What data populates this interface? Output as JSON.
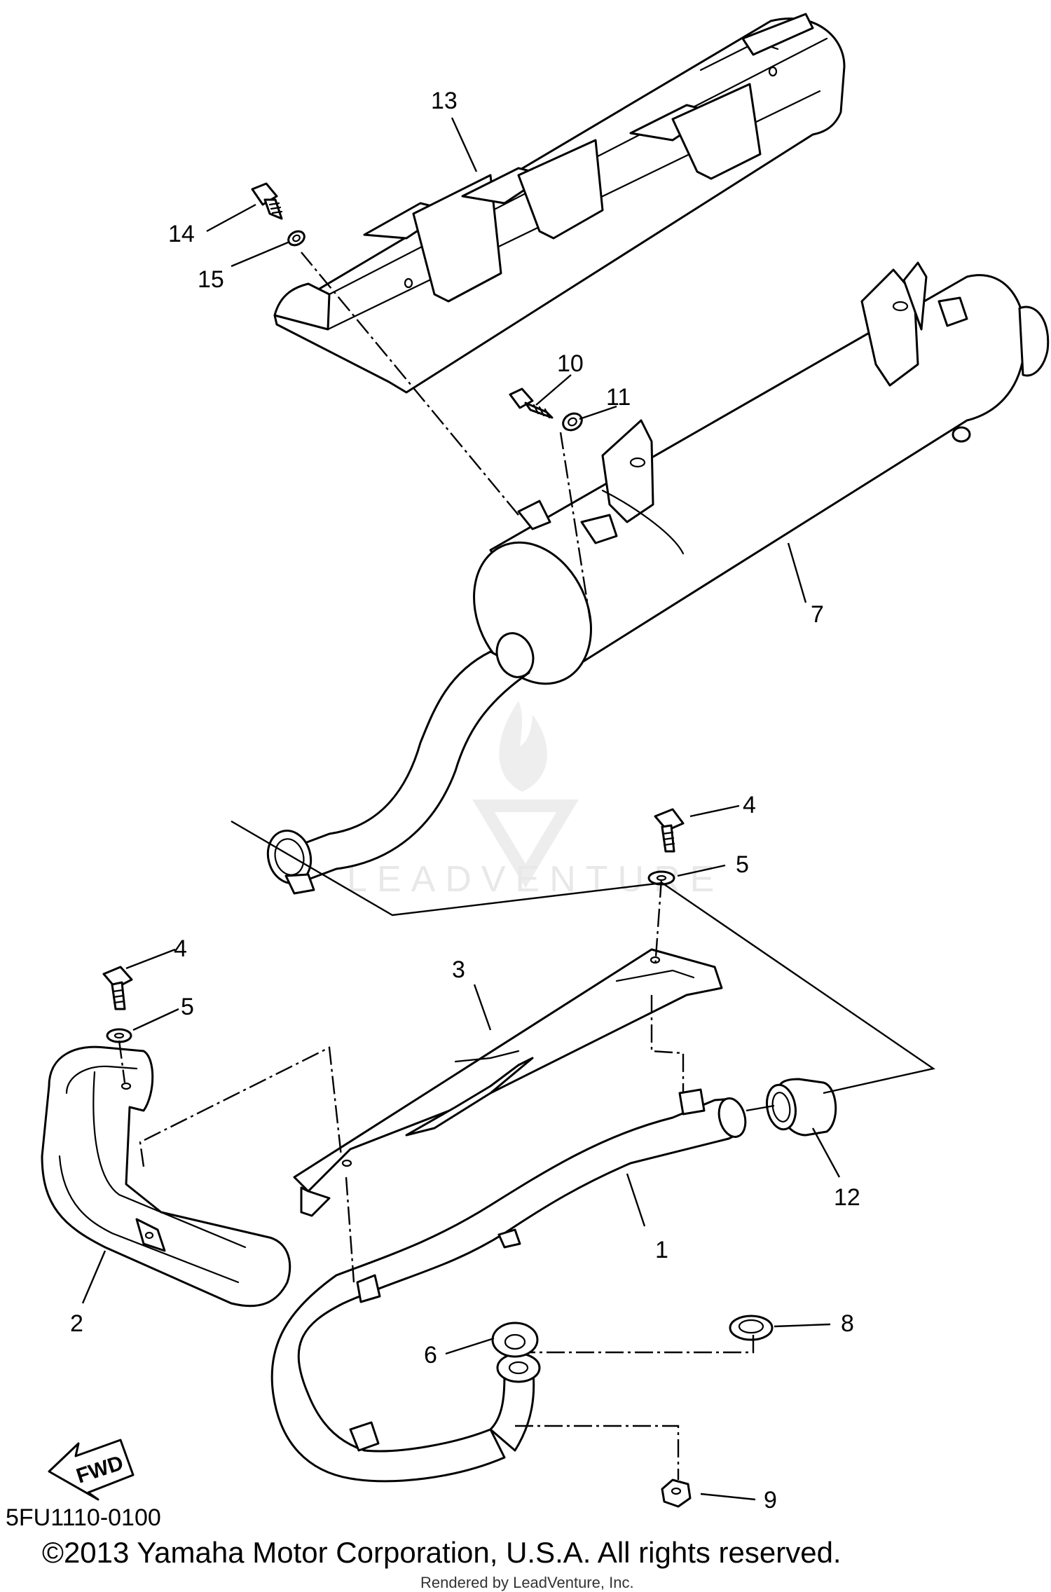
{
  "callouts": [
    {
      "id": "13",
      "label": "13"
    },
    {
      "id": "14",
      "label": "14"
    },
    {
      "id": "15",
      "label": "15"
    },
    {
      "id": "10",
      "label": "10"
    },
    {
      "id": "11",
      "label": "11"
    },
    {
      "id": "7",
      "label": "7"
    },
    {
      "id": "4a",
      "label": "4"
    },
    {
      "id": "5a",
      "label": "5"
    },
    {
      "id": "4b",
      "label": "4"
    },
    {
      "id": "5b",
      "label": "5"
    },
    {
      "id": "3",
      "label": "3"
    },
    {
      "id": "12",
      "label": "12"
    },
    {
      "id": "1",
      "label": "1"
    },
    {
      "id": "2",
      "label": "2"
    },
    {
      "id": "8",
      "label": "8"
    },
    {
      "id": "6",
      "label": "6"
    },
    {
      "id": "9",
      "label": "9"
    }
  ],
  "fwd_arrow_label": "FWD",
  "watermark_logo_text": "LEADVENTURE",
  "diagram_code": "5FU1110-0100",
  "copyright": "©2013 Yamaha Motor Corporation, U.S.A. All rights reserved.",
  "render_credit": "Rendered by LeadVenture, Inc."
}
